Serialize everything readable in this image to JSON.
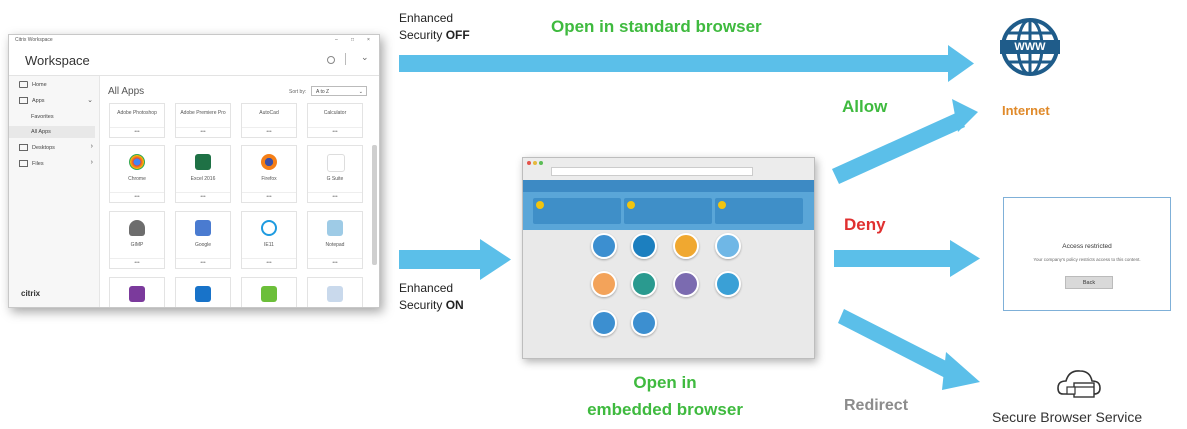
{
  "labels": {
    "enhanced_off_line1": "Enhanced",
    "enhanced_off_line2": "Security",
    "enhanced_off_bold": "OFF",
    "enhanced_on_line1": "Enhanced",
    "enhanced_on_line2": "Security",
    "enhanced_on_bold": "ON",
    "open_standard": "Open in standard browser",
    "open_embedded_line1": "Open in",
    "open_embedded_line2": "embedded browser",
    "allow": "Allow",
    "deny": "Deny",
    "redirect": "Redirect",
    "internet": "Internet",
    "secure_browser_service": "Secure Browser Service",
    "www": "WWW"
  },
  "workspace": {
    "titlebar": "Citrix Workspace",
    "title": "Workspace",
    "sidebar": [
      {
        "label": "Home"
      },
      {
        "label": "Apps"
      },
      {
        "label": "Favorites"
      },
      {
        "label": "All Apps"
      },
      {
        "label": "Desktops"
      },
      {
        "label": "Files"
      }
    ],
    "main_title": "All Apps",
    "sort_label": "Sort by:",
    "sort_value": "A to Z",
    "tiles_top": [
      "Adobe Photoshop",
      "Adobe Premiere Pro",
      "AutoCad",
      "Calculator"
    ],
    "tiles_row2": [
      "Chrome",
      "Excel 2016",
      "Firefox",
      "G Suite"
    ],
    "tiles_row3": [
      "GIMP",
      "Google",
      "IE11",
      "Notepad"
    ],
    "tile_footer": "•••",
    "brand": "citrix"
  },
  "restricted": {
    "title": "Access restricted",
    "message": "Your company's policy restricts access to this content.",
    "button": "Back"
  },
  "colors": {
    "arrow": "#5bbfe9",
    "green": "#3fba3f",
    "red": "#e03030",
    "grey": "#8c8c8c",
    "orange": "#e08a2a",
    "globe": "#1f5c8a"
  }
}
